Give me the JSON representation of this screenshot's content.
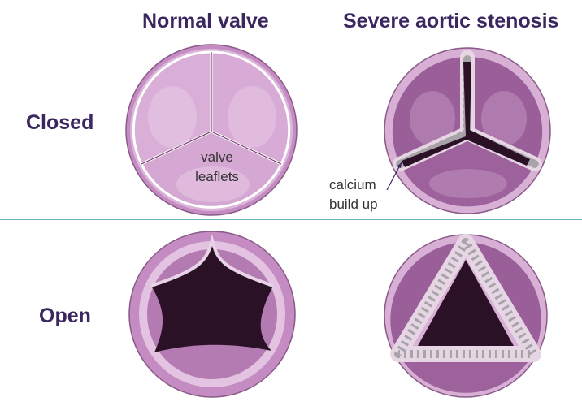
{
  "columns": {
    "normal": "Normal valve",
    "stenosis": "Severe aortic stenosis"
  },
  "rows": {
    "closed": "Closed",
    "open": "Open"
  },
  "annotations": {
    "leaflets_line1": "valve",
    "leaflets_line2": "leaflets",
    "calcium_line1": "calcium",
    "calcium_line2": "build up"
  },
  "colors": {
    "heading": "#3b2760",
    "divider": "#6fb6c6",
    "leaflet": "#d7aed6",
    "rim": "#c48cc2",
    "opening": "#2a1126",
    "calcium": "#a8a3a8"
  }
}
